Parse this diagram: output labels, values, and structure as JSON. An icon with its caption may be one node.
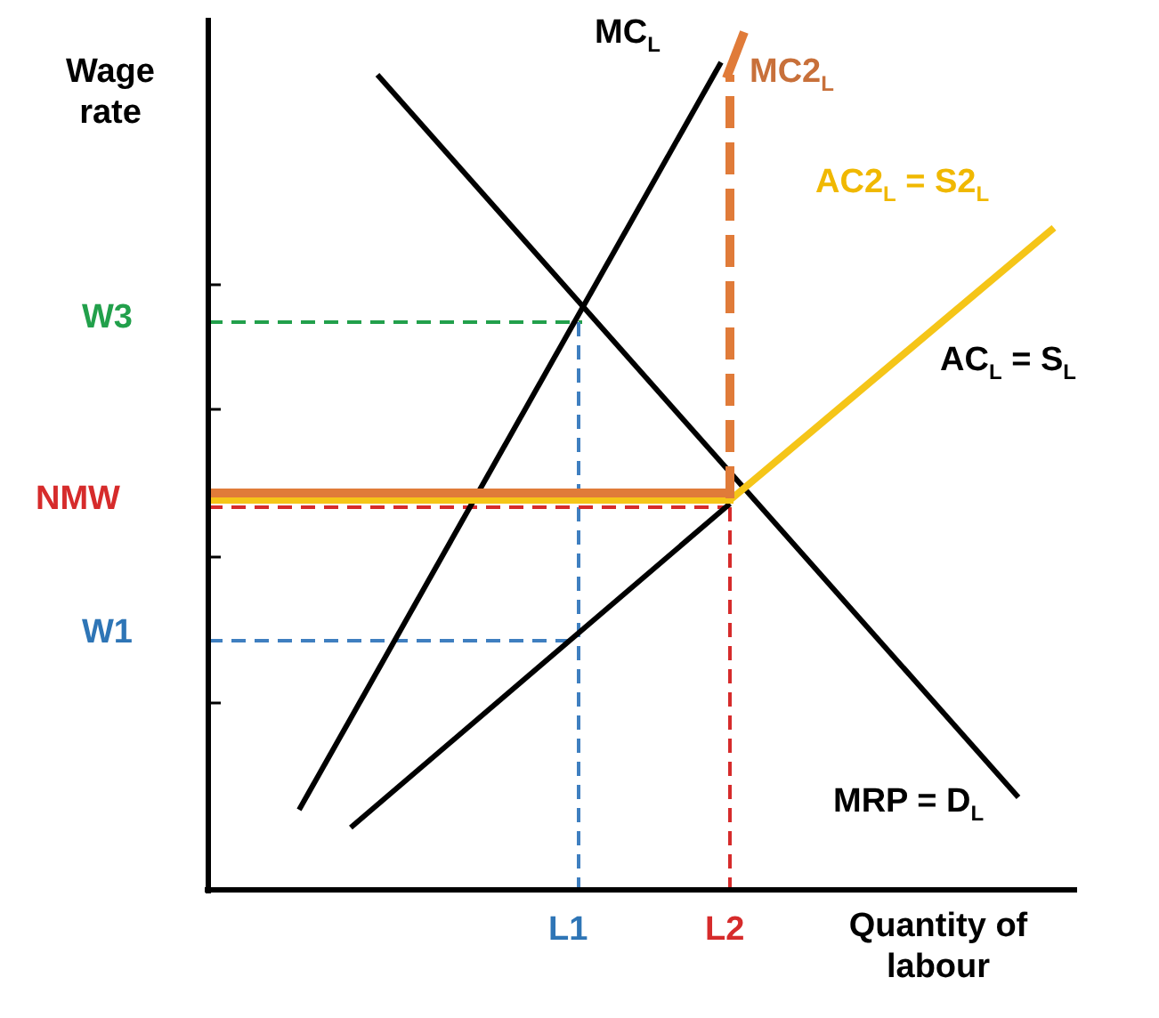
{
  "diagram": {
    "labels": [
      "Wage rate",
      "MC$_{L}$",
      "MC2$_{L}$",
      "AC2$_{L}$ = S2$_{L}$",
      "W3",
      "AC$_{L}$ = S$_{L}$",
      "NMW",
      "W1",
      "MRP = D$_{L}$",
      "L1",
      "L2",
      "Quantity of labour"
    ]
  }
}
